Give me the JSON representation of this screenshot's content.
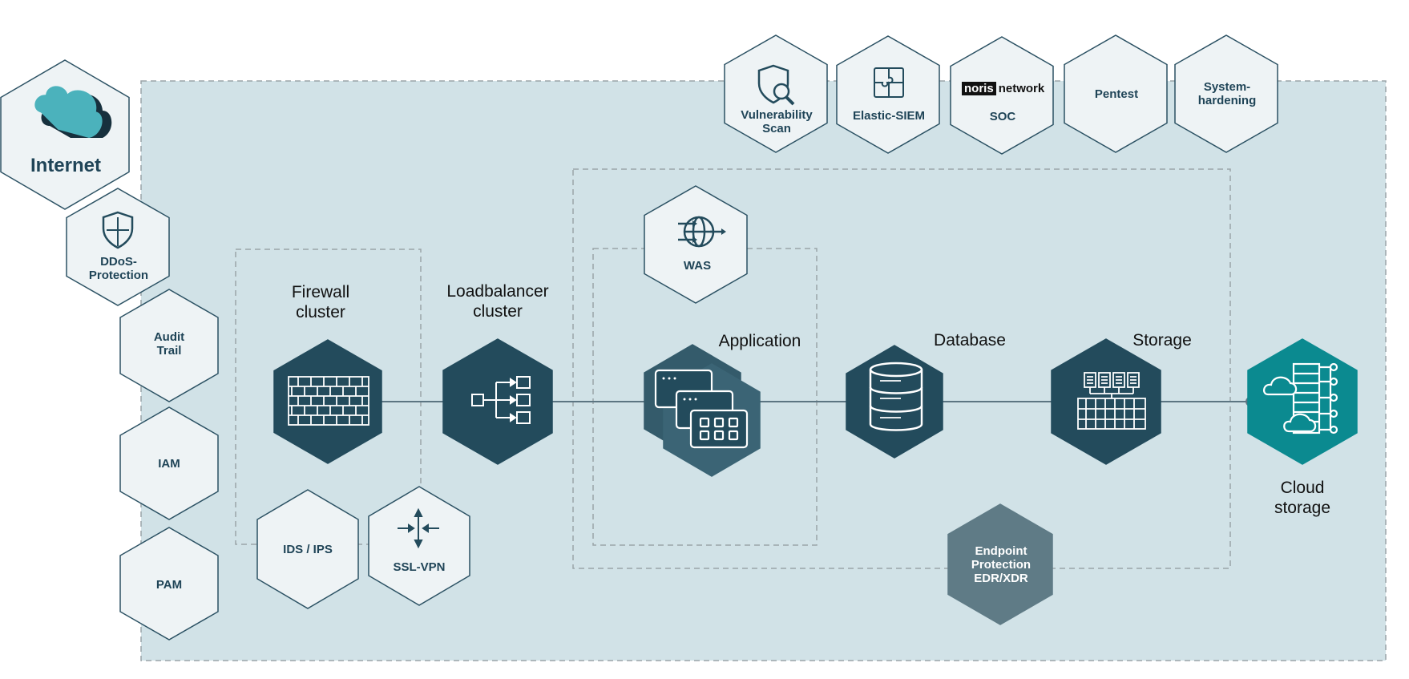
{
  "colors": {
    "zone_fill": "#d1e2e7",
    "hex_light": "#eef3f5",
    "hex_dark": "#234b5c",
    "hex_endpoint": "#5f7b86",
    "hex_cloud": "#0b8a90",
    "outline": "#2b5163",
    "internet_cloud": "#4bb2bc",
    "dashed": "#9aa4a8"
  },
  "internet": {
    "label": "Internet",
    "icon": "cloud-icon"
  },
  "security_services": {
    "ddos": {
      "label": "DDoS-\nProtection",
      "icon": "shield-icon"
    },
    "audit": {
      "label": "Audit\nTrail"
    },
    "iam": {
      "label": "IAM"
    },
    "pam": {
      "label": "PAM"
    },
    "ids_ips": {
      "label": "IDS / IPS"
    },
    "ssl_vpn": {
      "label": "SSL-VPN",
      "icon": "arrows-in-icon"
    },
    "was": {
      "label": "WAS",
      "icon": "globe-arrows-icon"
    },
    "endpoint": {
      "label": "Endpoint\nProtection\nEDR/XDR"
    }
  },
  "top_services": [
    {
      "id": "vuln",
      "label": "Vulnerability\nScan",
      "icon": "shield-search-icon"
    },
    {
      "id": "siem",
      "label": "Elastic-SIEM",
      "icon": "puzzle-icon"
    },
    {
      "id": "soc",
      "label": "SOC",
      "logo_box": "noris",
      "logo_text": "network"
    },
    {
      "id": "pentest",
      "label": "Pentest"
    },
    {
      "id": "hardening",
      "label": "System-\nhardening"
    }
  ],
  "components": {
    "firewall": {
      "label": "Firewall\ncluster",
      "icon": "brick-wall-icon"
    },
    "loadbalancer": {
      "label": "Loadbalancer\ncluster",
      "icon": "loadbalancer-icon"
    },
    "application": {
      "label": "Application",
      "icon": "app-windows-icon"
    },
    "database": {
      "label": "Database",
      "icon": "database-icon"
    },
    "storage": {
      "label": "Storage",
      "icon": "storage-rack-icon"
    },
    "cloud_storage": {
      "label": "Cloud\nstorage",
      "icon": "cloud-storage-icon"
    }
  }
}
